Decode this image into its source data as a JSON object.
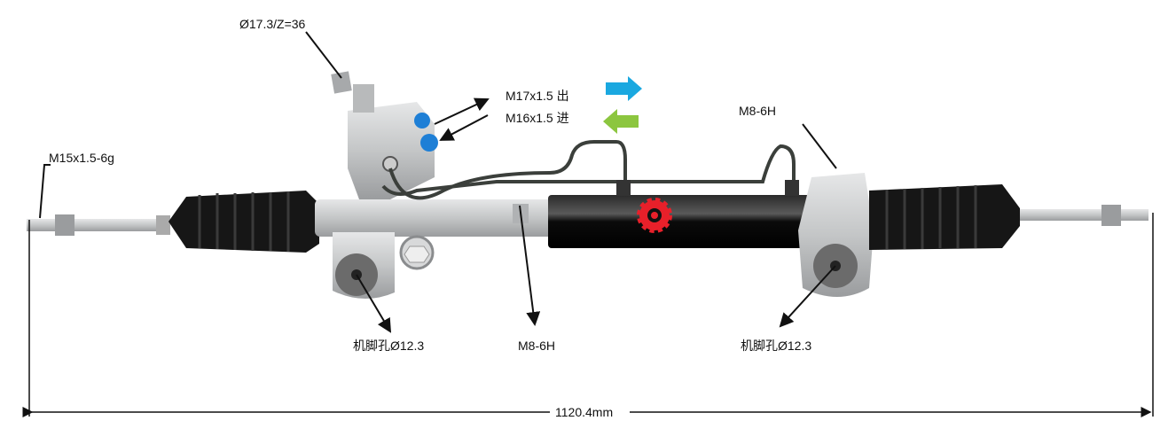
{
  "labels": {
    "input_shaft": "Ø17.3/Z=36",
    "outlet_port": "M17x1.5 出",
    "inlet_port": "M16x1.5 进",
    "left_tie_rod_thread": "M15x1.5-6g",
    "right_bracket_thread": "M8-6H",
    "middle_thread": "M8-6H",
    "left_mount_hole": "机脚孔Ø12.3",
    "right_mount_hole": "机脚孔Ø12.3",
    "overall_length": "1120.4mm"
  },
  "colors": {
    "outlet_arrow": "#1aa8e0",
    "inlet_arrow": "#8cc63f",
    "logo": "#e8202a",
    "cylinder": "#0a0a0a",
    "housing": "#c9cbcc"
  }
}
